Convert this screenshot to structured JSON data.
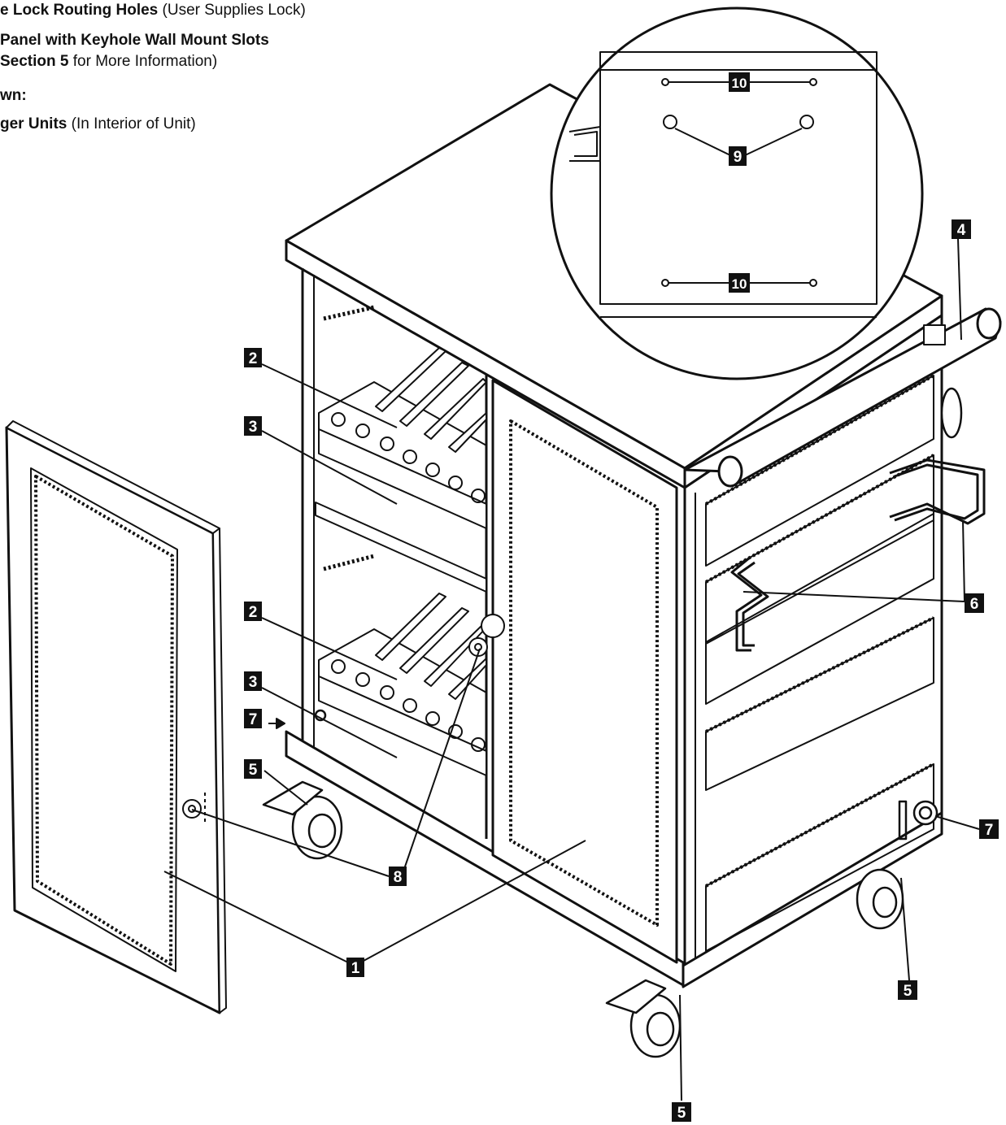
{
  "legend": {
    "line1_bold": "e Lock Routing Holes",
    "line1_rest": " (User Supplies Lock)",
    "line2_bold": " Panel with Keyhole Wall Mount Slots",
    "line3_bold": " Section 5",
    "line3_rest": " for More Information)",
    "line4_bold": "wn:",
    "line5_bold": "ger Units",
    "line5_rest": " (In Interior of Unit)"
  },
  "callouts": {
    "c1": "1",
    "c2a": "2",
    "c2b": "2",
    "c3a": "3",
    "c3b": "3",
    "c4": "4",
    "c5a": "5",
    "c5b": "5",
    "c5c": "5",
    "c6": "6",
    "c7a": "7",
    "c7b": "7",
    "c8": "8",
    "c9": "9",
    "c10a": "10",
    "c10b": "10"
  }
}
